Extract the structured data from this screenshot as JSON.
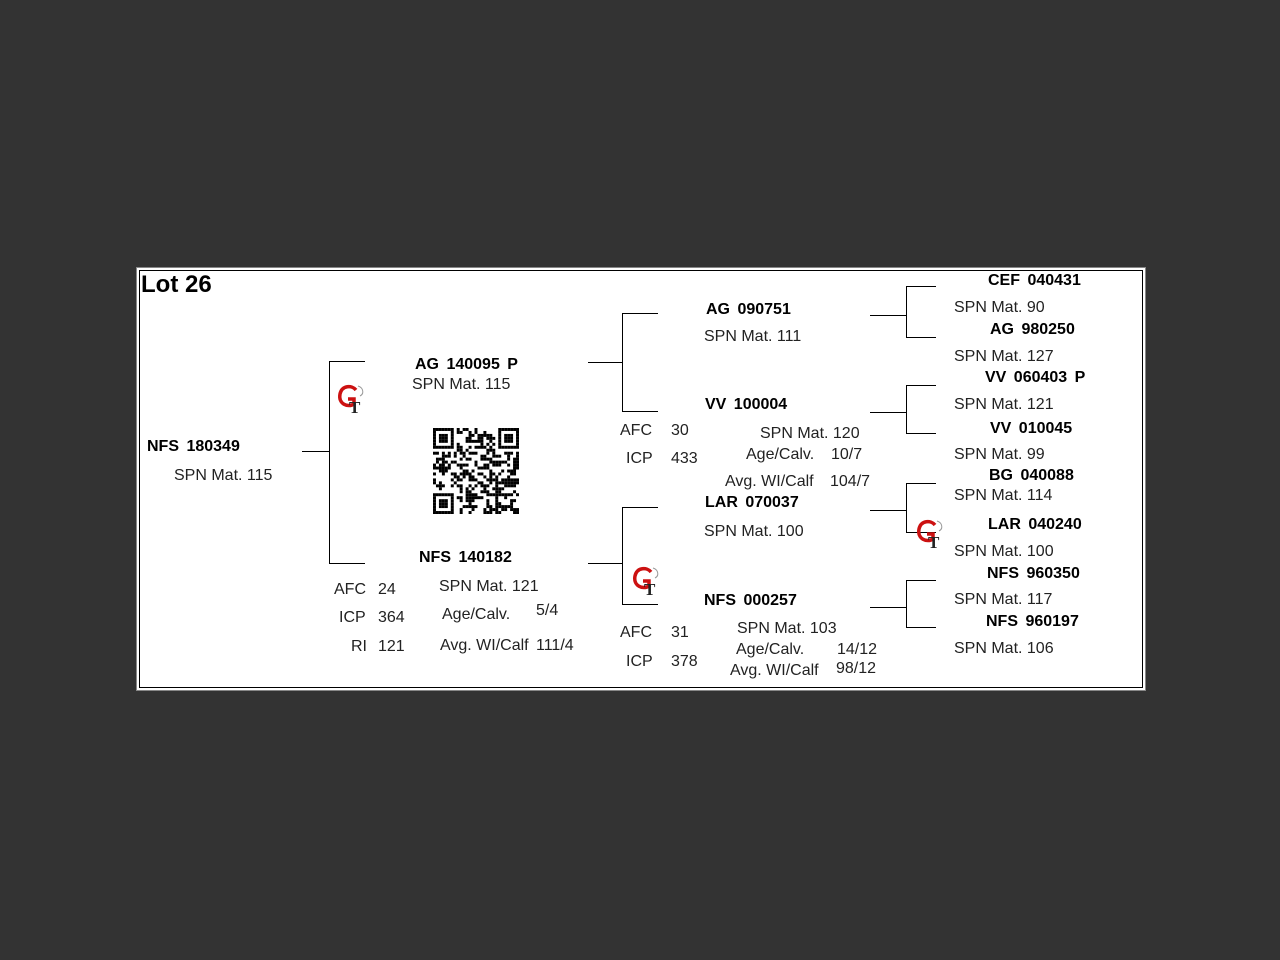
{
  "lot": "Lot 26",
  "subject": {
    "id": "NFS 180349",
    "spn": "SPN Mat. 115"
  },
  "sire": {
    "id": "AG  140095  P",
    "spn": "SPN Mat. 115"
  },
  "dam": {
    "id": "NFS 140182",
    "spn": "SPN Mat. 121",
    "afc_label": "AFC",
    "afc": "24",
    "icp_label": "ICP",
    "icp": "364",
    "ri_label": "RI",
    "ri": "121",
    "age_label": "Age/Calv.",
    "age": "5/4",
    "wi_label": "Avg. WI/Calf",
    "wi": "111/4"
  },
  "sire_sire": {
    "id": "AG  090751",
    "spn": "SPN Mat. 111"
  },
  "sire_dam": {
    "id": "VV  100004",
    "spn": "SPN Mat. 120",
    "afc_label": "AFC",
    "afc": "30",
    "icp_label": "ICP",
    "icp": "433",
    "age_label": "Age/Calv.",
    "age": "10/7",
    "wi_label": "Avg. WI/Calf",
    "wi": "104/7"
  },
  "dam_sire": {
    "id": "LAR 070037",
    "spn": "SPN Mat. 100"
  },
  "dam_dam": {
    "id": "NFS 000257",
    "spn": "SPN Mat. 103",
    "afc_label": "AFC",
    "afc": "31",
    "icp_label": "ICP",
    "icp": "378",
    "age_label": "Age/Calv.",
    "age": "14/12",
    "wi_label": "Avg. WI/Calf",
    "wi": "98/12"
  },
  "gen4": [
    {
      "id": "CEF 040431",
      "spn": "SPN Mat. 90"
    },
    {
      "id": "AG  980250",
      "spn": "SPN Mat. 127"
    },
    {
      "id": "VV  060403  P",
      "spn": "SPN Mat. 121"
    },
    {
      "id": "VV  010045",
      "spn": "SPN Mat. 99"
    },
    {
      "id": "BG  040088",
      "spn": "SPN Mat. 114"
    },
    {
      "id": "LAR 040240",
      "spn": "SPN Mat. 100"
    },
    {
      "id": "NFS 960350",
      "spn": "SPN Mat. 117"
    },
    {
      "id": "NFS 960197",
      "spn": "SPN Mat. 106"
    }
  ],
  "icons": {
    "gt": "gt-logo-icon",
    "qr": "qr-code-icon"
  },
  "colors": {
    "background": "#333333",
    "card": "#ffffff",
    "logo_red": "#cc1111"
  }
}
